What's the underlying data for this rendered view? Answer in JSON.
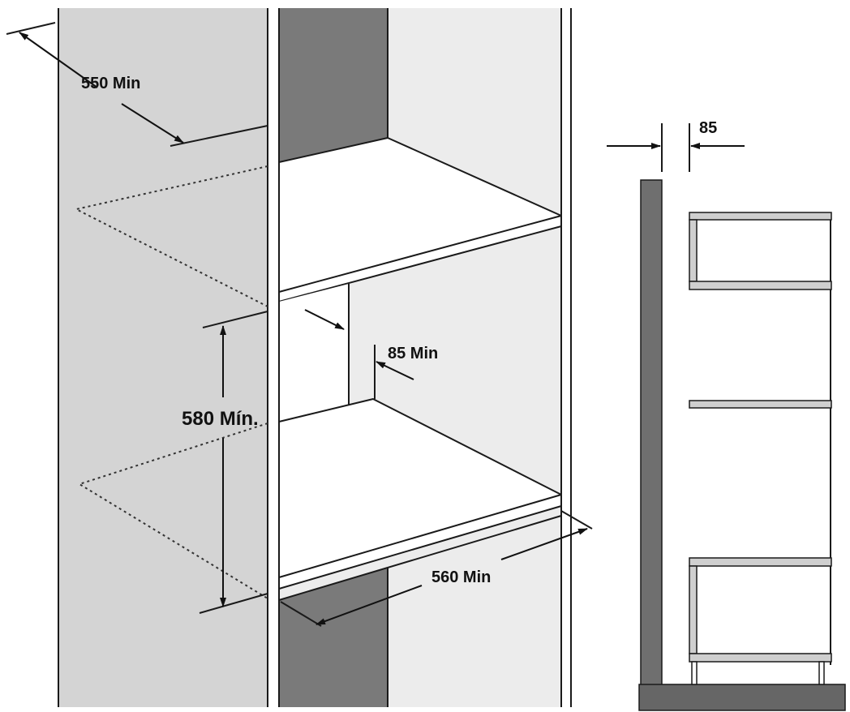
{
  "labels": {
    "depth_min": "550 Min",
    "height_min": "580 Mín.",
    "rear_gap_min": "85 Min",
    "width_min": "560 Min",
    "side_gap": "85"
  },
  "colors": {
    "cabinet_side": "#d4d4d4",
    "cabinet_back": "#ececec",
    "dark_panel": "#7a7a7a",
    "shelf_fill": "#ffffff",
    "outline": "#1a1a1a",
    "rail": "#cfcfcf",
    "base": "#6a6a6a"
  }
}
